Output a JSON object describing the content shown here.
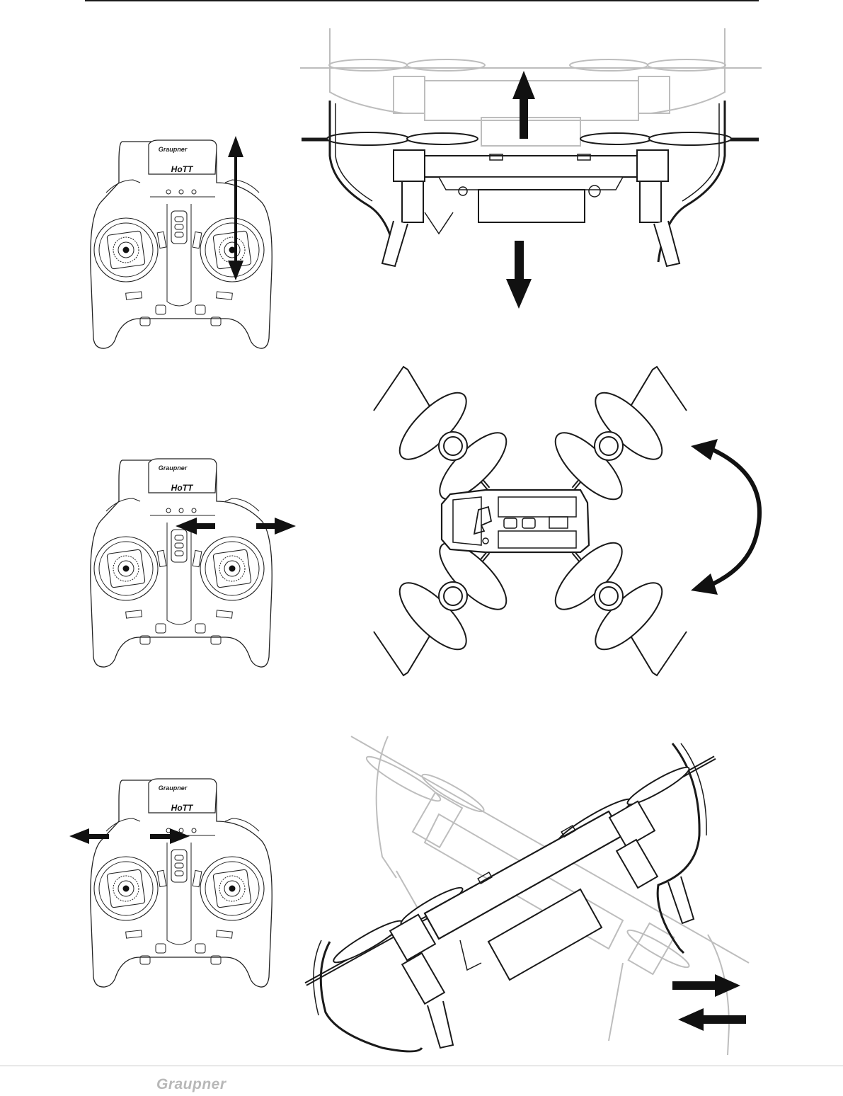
{
  "transmitter": {
    "brand": "Graupner",
    "model": "HoTT"
  },
  "footer": {
    "brand": "Graupner"
  },
  "icons": {
    "up-arrow": "arrow-up",
    "down-arrow": "arrow-down",
    "left-arrow": "arrow-left",
    "right-arrow": "arrow-right",
    "rotate": "curved-double-arrow"
  },
  "colors": {
    "line": "#1a1a1a",
    "ghost": "#bdbdbd"
  }
}
